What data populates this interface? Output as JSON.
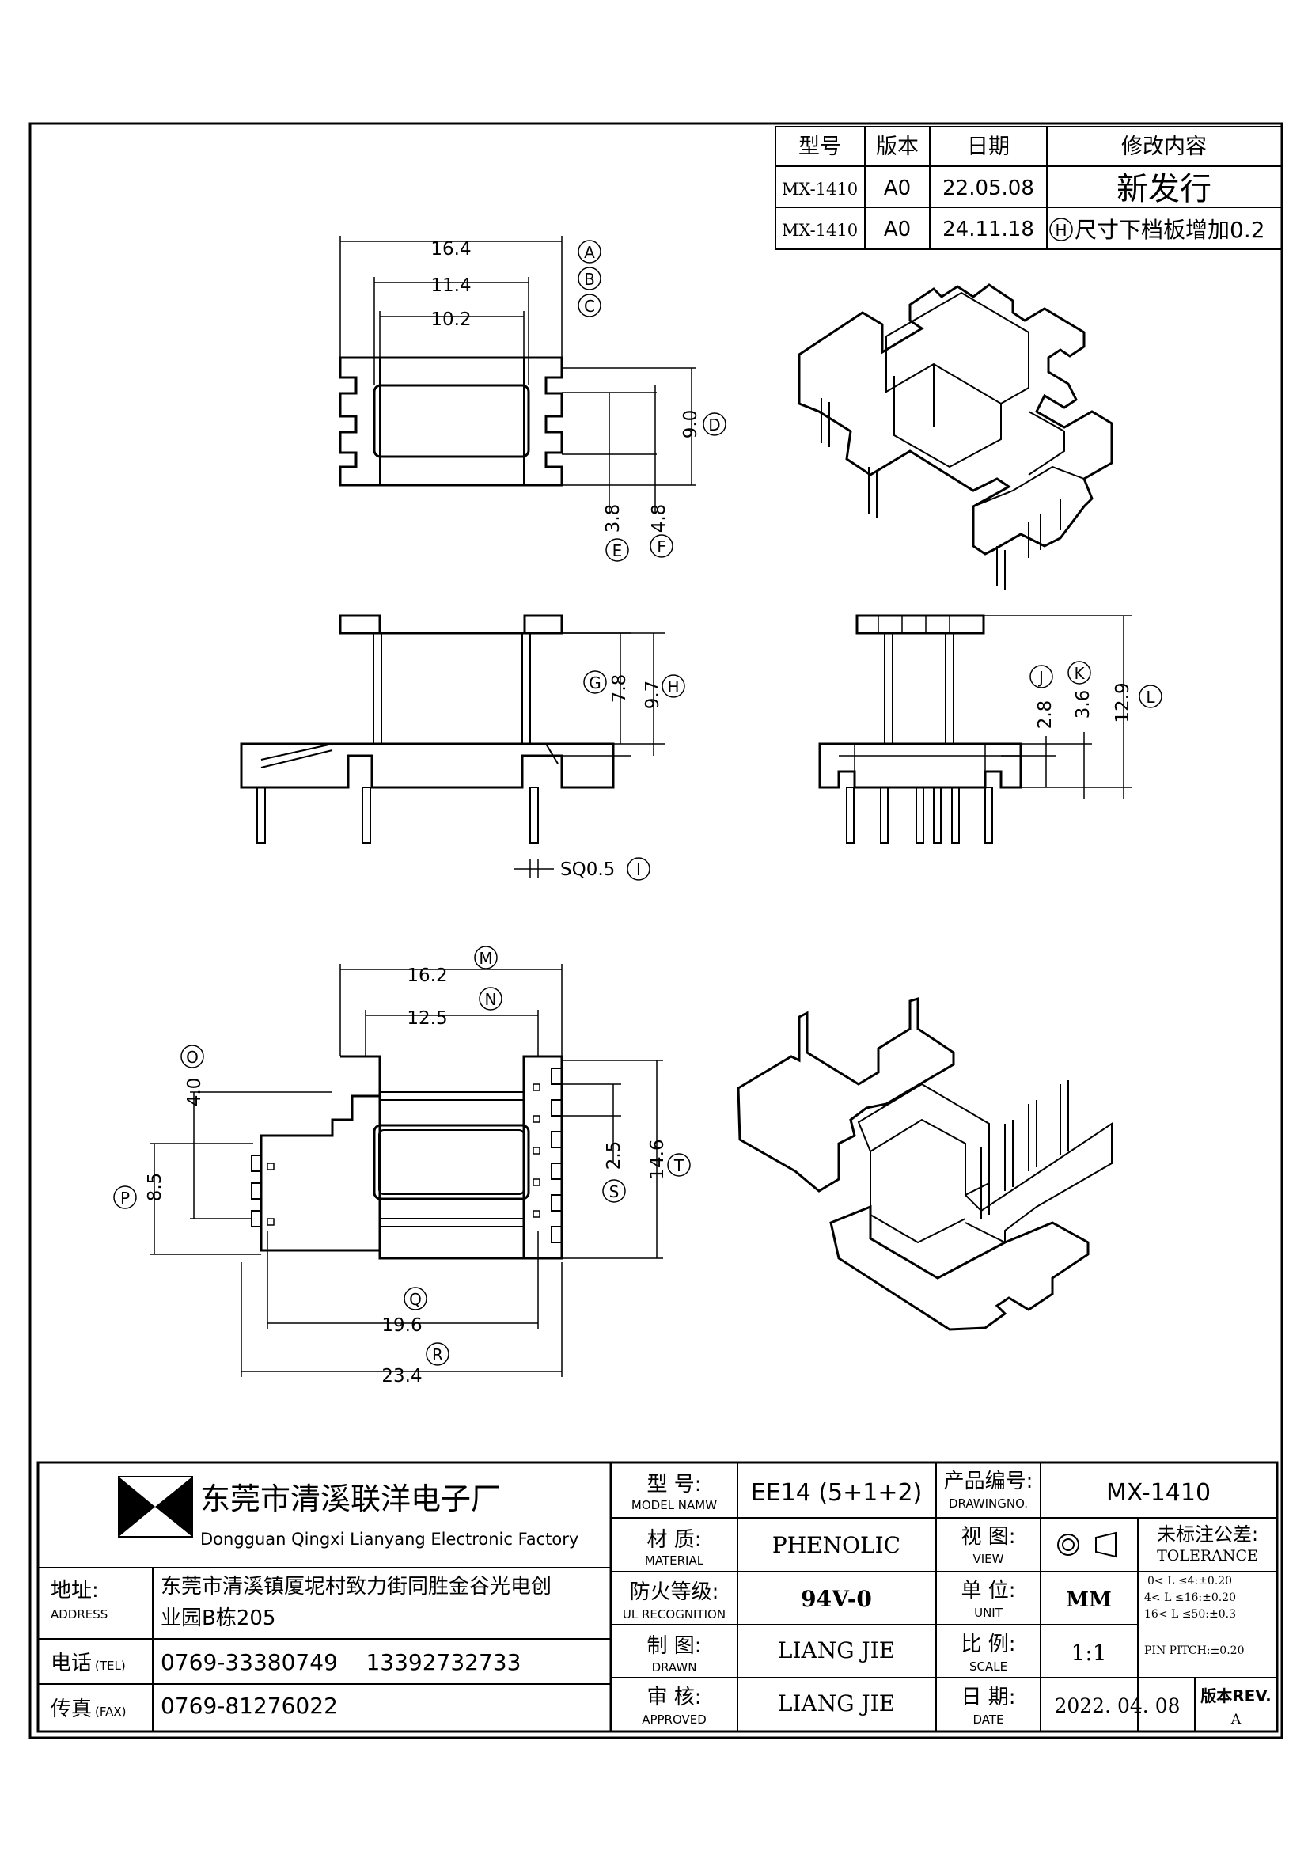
{
  "revision_table": {
    "headers": [
      "型号",
      "版本",
      "日期",
      "修改内容"
    ],
    "rows": [
      [
        "MX-1410",
        "A0",
        "22.05.08",
        "新发行"
      ],
      [
        "MX-1410",
        "A0",
        "24.11.18",
        "尺寸下档板增加0.2"
      ]
    ],
    "row2_marker": "H"
  },
  "dimensions": {
    "top_view": {
      "A": "16.4",
      "B": "11.4",
      "C": "10.2",
      "D": "9.0",
      "E": "3.8",
      "F": "4.8"
    },
    "front_view": {
      "G": "7.8",
      "H": "9.7",
      "I": "SQ0.5"
    },
    "side_view": {
      "J": "2.8",
      "K": "3.6",
      "L": "12.9"
    },
    "bottom_view": {
      "M": "16.2",
      "N": "12.5",
      "O": "4.0",
      "P": "8.5",
      "Q": "19.6",
      "R": "23.4",
      "S": "2.5",
      "T": "14.6"
    }
  },
  "company": {
    "name_cn": "东莞市清溪联洋电子厂",
    "name_en": "Dongguan Qingxi Lianyang Electronic Factory",
    "address_label_cn": "地址:",
    "address_label_en": "ADDRESS",
    "address_line1": "东莞市清溪镇厦坭村致力街同胜金谷光电创",
    "address_line2": "业园B栋205",
    "tel_label_cn": "电话",
    "tel_label_en": "(TEL)",
    "tel_value": "0769-33380749    13392732733",
    "fax_label_cn": "传真",
    "fax_label_en": "(FAX)",
    "fax_value": "0769-81276022"
  },
  "title_block": {
    "model_label_cn": "型  号:",
    "model_label_en": "MODEL NAMW",
    "model_value": "EE14 (5+1+2)",
    "drawing_no_label_cn": "产品编号:",
    "drawing_no_label_en": "DRAWINGNO.",
    "drawing_no_value": "MX-1410",
    "material_label_cn": "材  质:",
    "material_label_en": "MATERIAL",
    "material_value": "PHENOLIC",
    "view_label_cn": "视  图:",
    "view_label_en": "VIEW",
    "fire_label_cn": "防火等级:",
    "fire_label_en": "UL RECOGNITION",
    "fire_value": "94V-0",
    "unit_label_cn": "单  位:",
    "unit_label_en": "UNIT",
    "unit_value": "MM",
    "drawn_label_cn": "制  图:",
    "drawn_label_en": "DRAWN",
    "drawn_value": "LIANG JIE",
    "scale_label_cn": "比  例:",
    "scale_label_en": "SCALE",
    "scale_value": "1:1",
    "approved_label_cn": "审  核:",
    "approved_label_en": "APPROVED",
    "approved_value": "LIANG JIE",
    "date_label_cn": "日  期:",
    "date_label_en": "DATE",
    "date_value": "2022. 04. 08",
    "rev_label": "版本REV.",
    "rev_value": "A",
    "tolerance_title_cn": "未标注公差:",
    "tolerance_title_en": "TOLERANCE",
    "tolerance_lines": [
      "0< L ≤4:±0.20",
      "4< L ≤16:±0.20",
      "16< L ≤50:±0.3",
      "PIN PITCH:±0.20"
    ]
  }
}
